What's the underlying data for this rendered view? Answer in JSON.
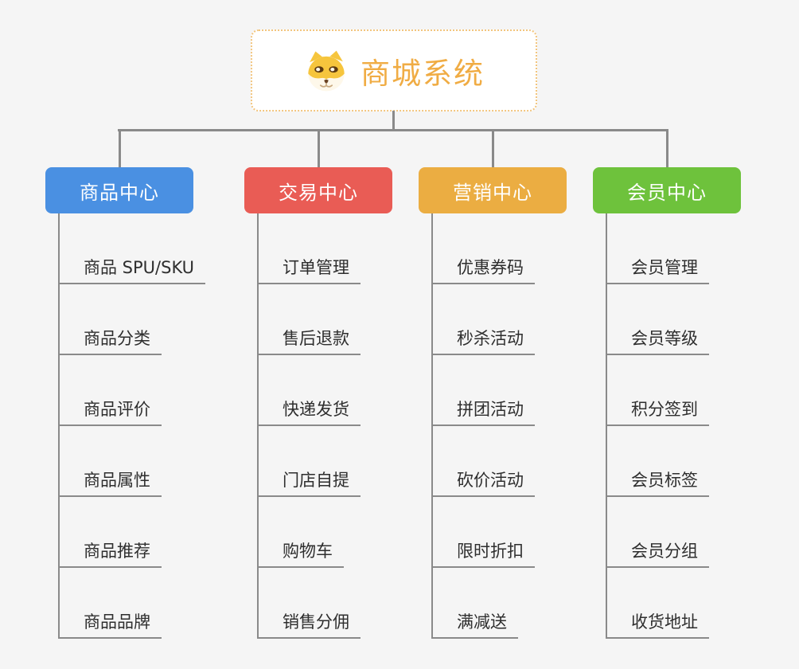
{
  "root": {
    "title": "商城系统",
    "icon": "shiba-dog-icon"
  },
  "branches": [
    {
      "label": "商品中心",
      "color": "#4A90E2",
      "items": [
        "商品 SPU/SKU",
        "商品分类",
        "商品评价",
        "商品属性",
        "商品推荐",
        "商品品牌"
      ]
    },
    {
      "label": "交易中心",
      "color": "#E95C55",
      "items": [
        "订单管理",
        "售后退款",
        "快递发货",
        "门店自提",
        "购物车",
        "销售分佣"
      ]
    },
    {
      "label": "营销中心",
      "color": "#EBAD42",
      "items": [
        "优惠券码",
        "秒杀活动",
        "拼团活动",
        "砍价活动",
        "限时折扣",
        "满减送"
      ]
    },
    {
      "label": "会员中心",
      "color": "#6EC23C",
      "items": [
        "会员管理",
        "会员等级",
        "积分签到",
        "会员标签",
        "会员分组",
        "收货地址"
      ]
    }
  ],
  "colors": {
    "root_accent": "#F0AC44",
    "root_border": "#F2C57E",
    "connector": "#8A8A8A",
    "item_text": "#2E2E2E",
    "background": "#F5F5F5"
  }
}
